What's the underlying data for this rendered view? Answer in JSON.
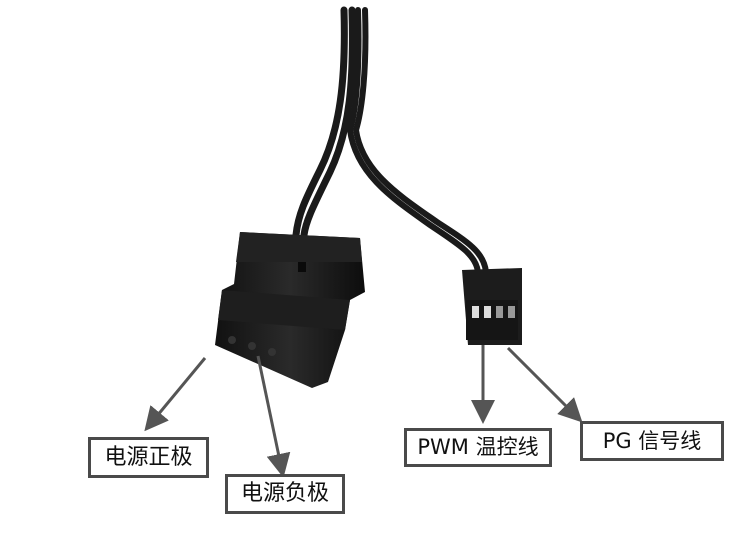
{
  "labels": {
    "positive": "电源正极",
    "negative": "电源负极",
    "pwm": "PWM 温控线",
    "pg": "PG 信号线"
  },
  "colors": {
    "cable": "#1a1a1a",
    "arrow": "#555555",
    "border": "#4a4a4a"
  }
}
